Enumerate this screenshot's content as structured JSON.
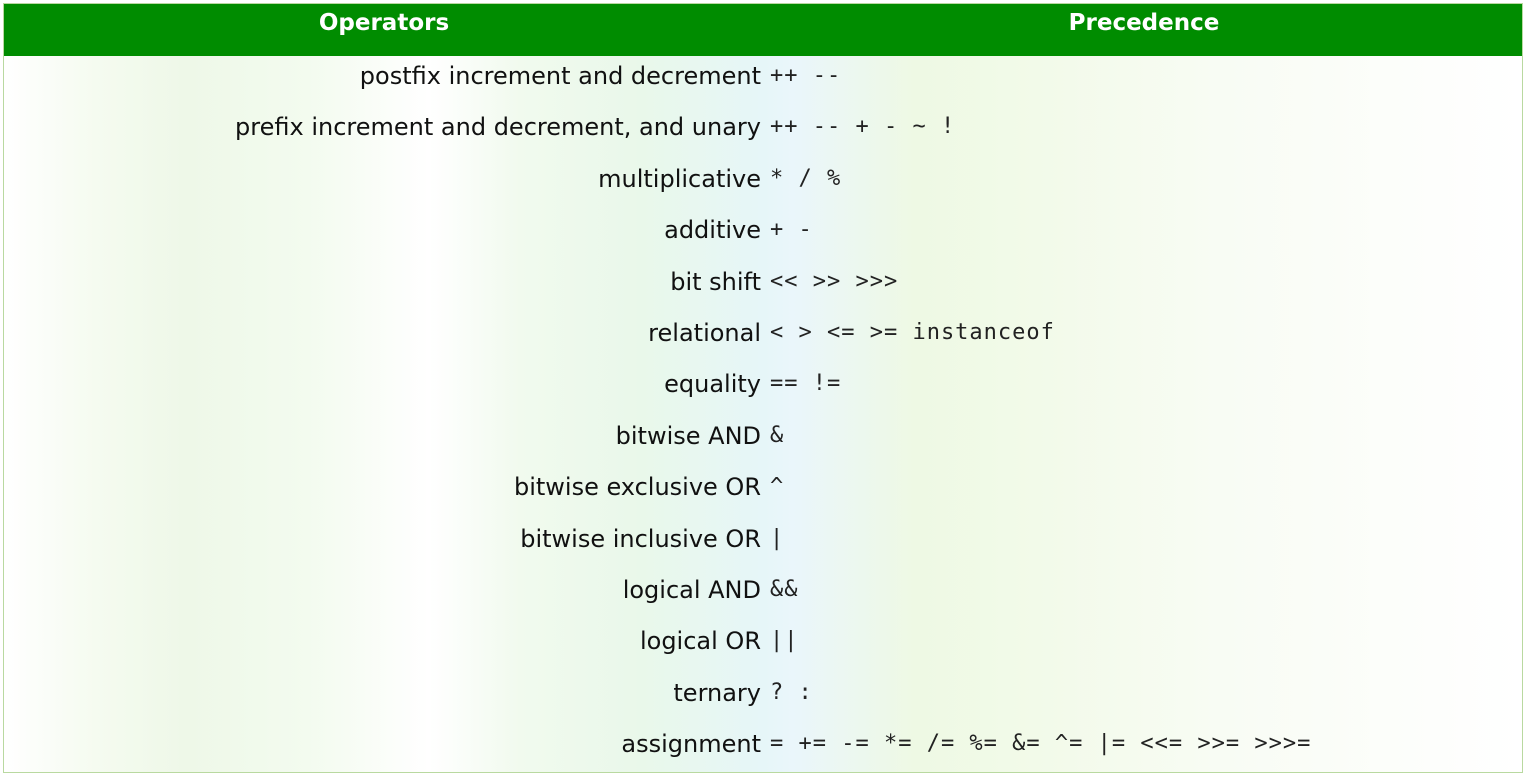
{
  "table": {
    "headers": {
      "operators": "Operators",
      "precedence": "Precedence"
    },
    "rows": [
      {
        "name": "postfix increment and decrement",
        "ops": "++ --"
      },
      {
        "name": "prefix increment and decrement, and unary",
        "ops": "++ -- + - ~ !"
      },
      {
        "name": "multiplicative",
        "ops": "* / %"
      },
      {
        "name": "additive",
        "ops": "+ -"
      },
      {
        "name": "bit shift",
        "ops": "<< >> >>>"
      },
      {
        "name": "relational",
        "ops": "< > <= >= instanceof"
      },
      {
        "name": "equality",
        "ops": "== !="
      },
      {
        "name": "bitwise AND",
        "ops": "&"
      },
      {
        "name": "bitwise exclusive OR",
        "ops": "^"
      },
      {
        "name": "bitwise inclusive OR",
        "ops": "|"
      },
      {
        "name": "logical AND",
        "ops": "&&"
      },
      {
        "name": "logical OR",
        "ops": "||"
      },
      {
        "name": "ternary",
        "ops": "? :"
      },
      {
        "name": "assignment",
        "ops": "= += -= *= /= %= &= ^= |= <<= >>= >>>="
      }
    ]
  },
  "colors": {
    "header_bg": "#008c00",
    "header_text": "#ffffff",
    "border": "#b9d9a0"
  }
}
